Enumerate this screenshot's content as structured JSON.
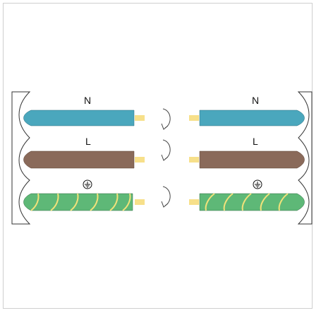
{
  "wires": [
    {
      "id": "neutral",
      "label": "N",
      "color": "#4aa7bd",
      "stripe": ""
    },
    {
      "id": "live",
      "label": "L",
      "color": "#8a6a5a",
      "stripe": ""
    },
    {
      "id": "earth",
      "label": "",
      "symbol": "earth-ground-icon",
      "color": "#5eb877",
      "stripe": "#f2e27a"
    }
  ],
  "conductor_color": "#f7e08a",
  "holder_stroke": "#333333",
  "arrow_color": "#444444"
}
